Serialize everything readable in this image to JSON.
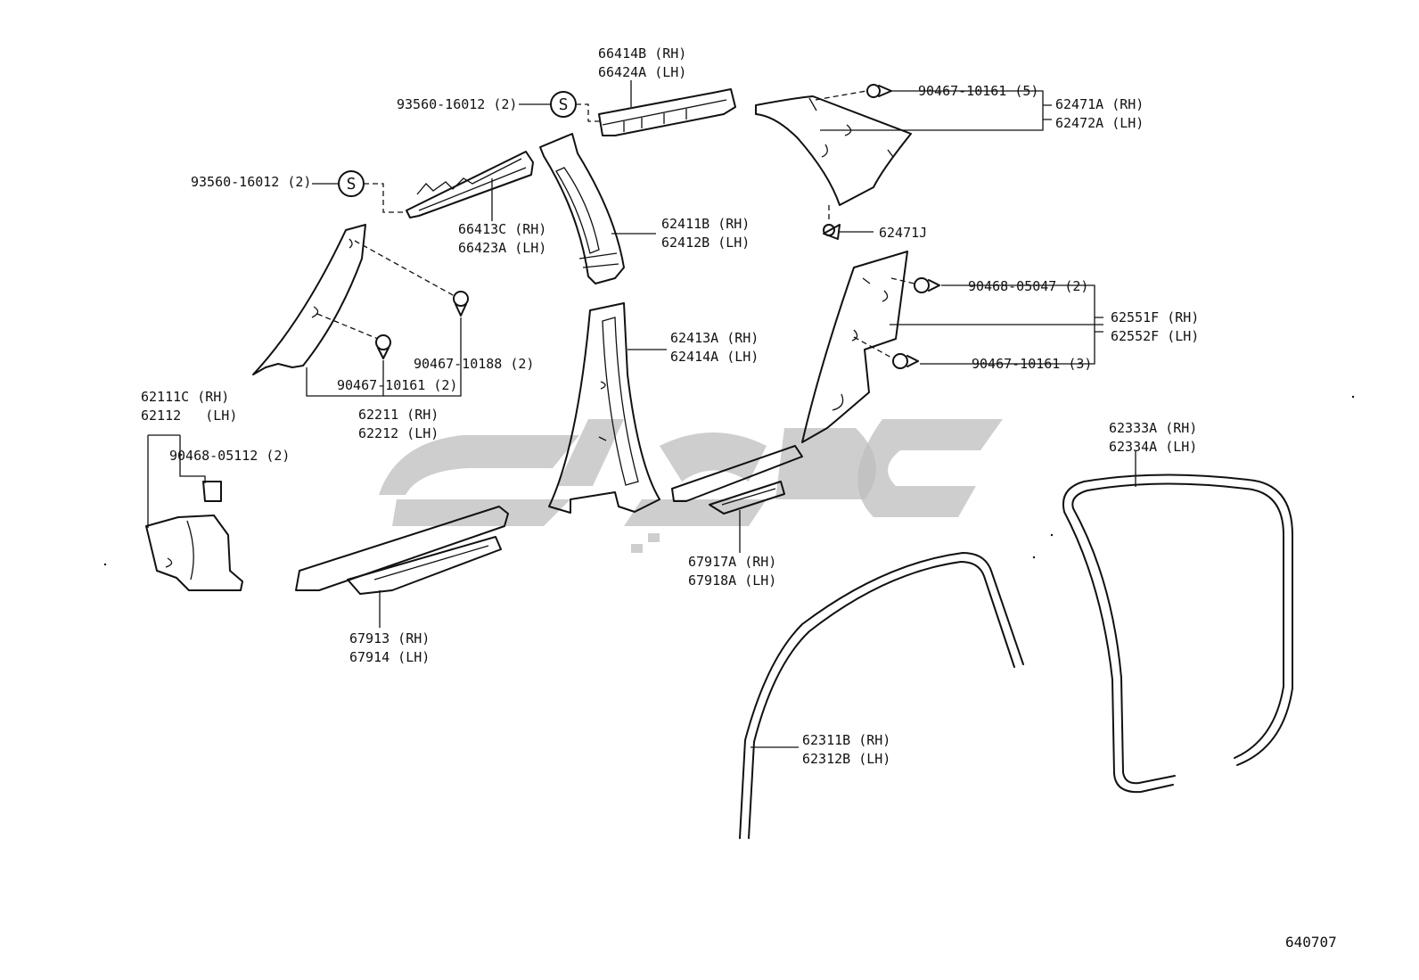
{
  "figure_id": "640707",
  "service_symbol": "S",
  "labels": {
    "p66414B": "66414B (RH)",
    "p66424A": "66424A (LH)",
    "p93560a": "93560-16012 (2)",
    "p93560b": "93560-16012 (2)",
    "p66413C": "66413C (RH)",
    "p66423A": "66423A (LH)",
    "p62411B": "62411B (RH)",
    "p62412B": "62412B (LH)",
    "p90467_5": "90467-10161 (5)",
    "p62471A": "62471A (RH)",
    "p62472A": "62472A (LH)",
    "p62471J": "62471J",
    "p90468_05047": "90468-05047 (2)",
    "p62551F": "62551F (RH)",
    "p62552F": "62552F (LH)",
    "p90467_3": "90467-10161 (3)",
    "p62413A": "62413A (RH)",
    "p62414A": "62414A (LH)",
    "p90467_10188": "90467-10188 (2)",
    "p90467_2": "90467-10161 (2)",
    "p62211": "62211 (RH)",
    "p62212": "62212 (LH)",
    "p62111C": "62111C (RH)",
    "p62112": "62112   (LH)",
    "p90468_05112": "90468-05112 (2)",
    "p62333A": "62333A (RH)",
    "p62334A": "62334A (LH)",
    "p67917A": "67917A (RH)",
    "p67918A": "67918A (LH)",
    "p67913": "67913 (RH)",
    "p67914": "67914 (LH)",
    "p62311B": "62311B (RH)",
    "p62312B": "62312B (LH)"
  }
}
